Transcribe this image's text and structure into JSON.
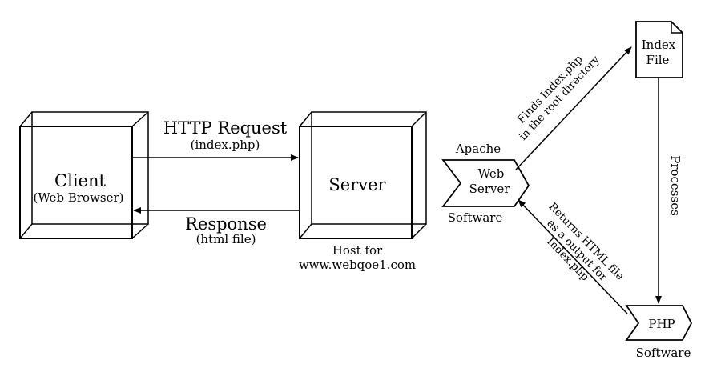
{
  "client": {
    "title": "Client",
    "subtitle": "(Web Browser)"
  },
  "server": {
    "title": "Server",
    "caption_line1": "Host for",
    "caption_line2": "www.webqoe1.com"
  },
  "http_request": {
    "label": "HTTP Request",
    "sublabel": "(index.php)"
  },
  "response": {
    "label": "Response",
    "sublabel": "(html file)"
  },
  "web_server": {
    "top_label": "Apache",
    "line1": "Web",
    "line2": "Server",
    "bottom_label": "Software"
  },
  "index_file": {
    "line1": "Index",
    "line2": "File"
  },
  "php": {
    "label": "PHP",
    "bottom_label": "Software"
  },
  "finds": {
    "line1": "Finds Index.php",
    "line2": "in the root directory"
  },
  "processes": {
    "label": "Processes"
  },
  "returns": {
    "line1": "Returns HTML file",
    "line2": "as a output for",
    "line3": "Index.php"
  }
}
